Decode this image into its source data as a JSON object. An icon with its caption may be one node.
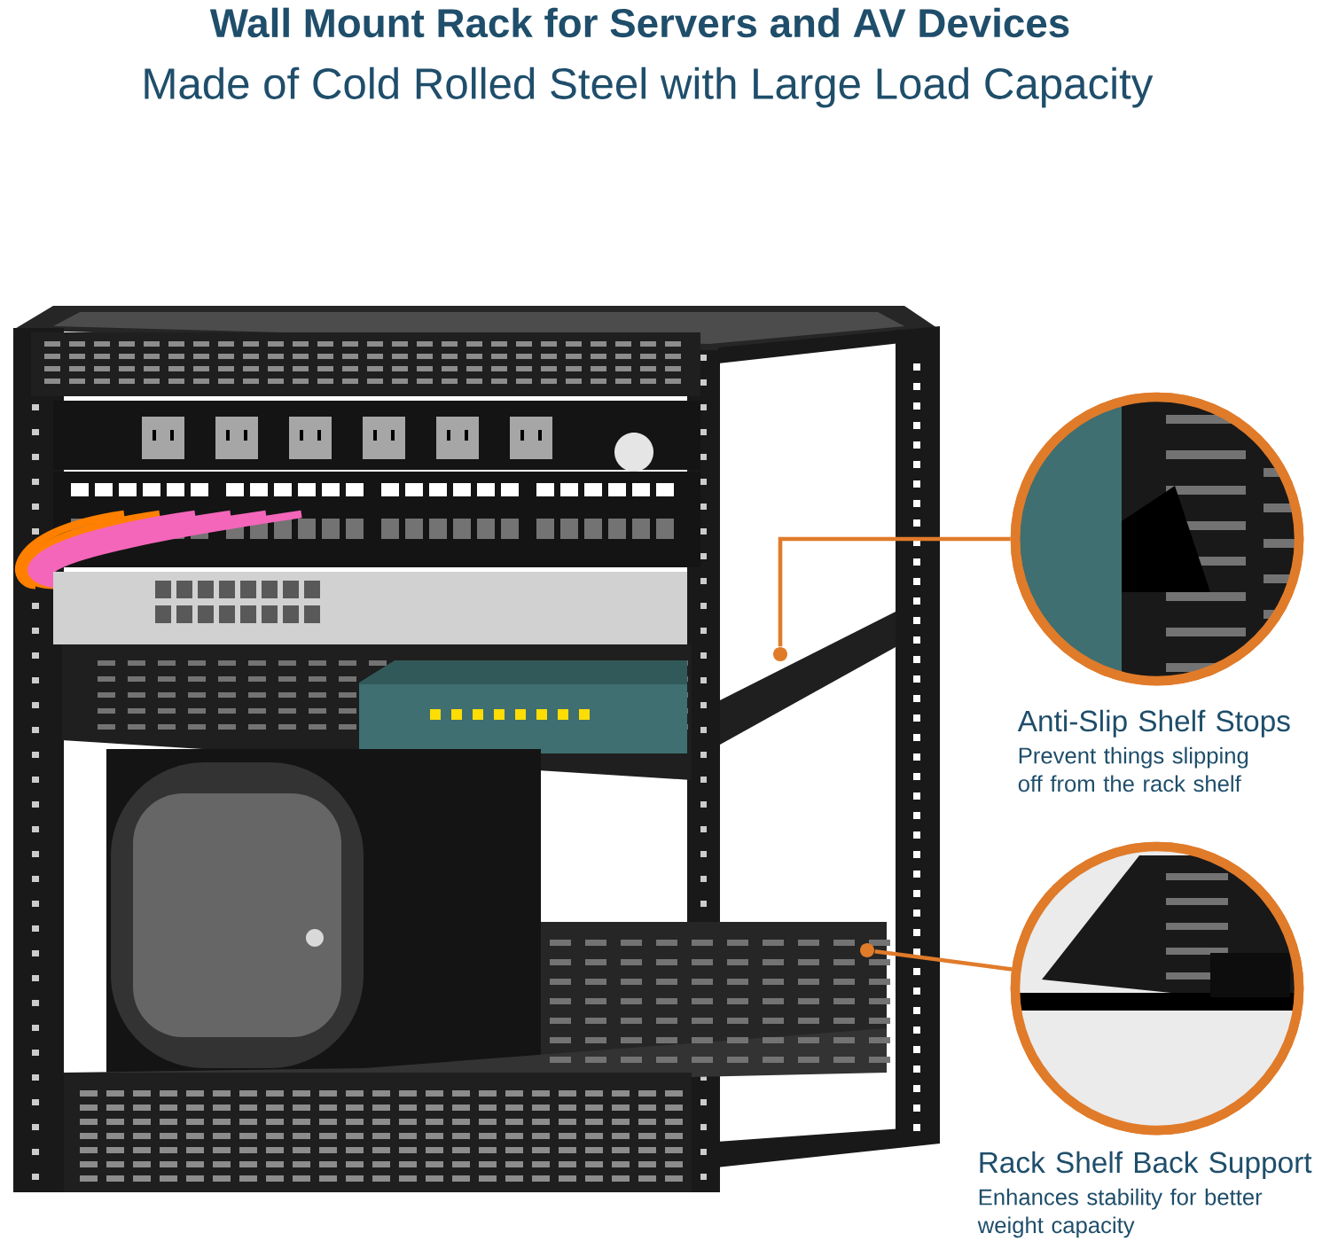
{
  "diagram": {
    "title": "Wall Mount Rack for Servers and AV Devices",
    "nodes": [
      {
        "text": [],
        "shape": "picture"
      },
      {
        "text": [],
        "shape": "circle",
        "beside": [
          "Anti-Slip Shelf Stops",
          "Prevent things slipping off from the rack shelf"
        ]
      },
      {
        "text": [],
        "shape": "circle",
        "beside": [
          "Rack Shelf Back Support",
          "Enhances stability for better weight capacity"
        ]
      },
      {
        "text": [],
        "shape": "circle",
        "in": 0
      },
      {
        "text": [],
        "shape": "circle",
        "in": 0
      }
    ],
    "edges": [
      {
        "from": 1,
        "to": 3,
        "arrow": "none"
      },
      {
        "from": 2,
        "to": 4,
        "arrow": "none"
      }
    ],
    "labels": [
      "Made of Cold Rolled Steel with Large Load Capacity"
    ]
  }
}
